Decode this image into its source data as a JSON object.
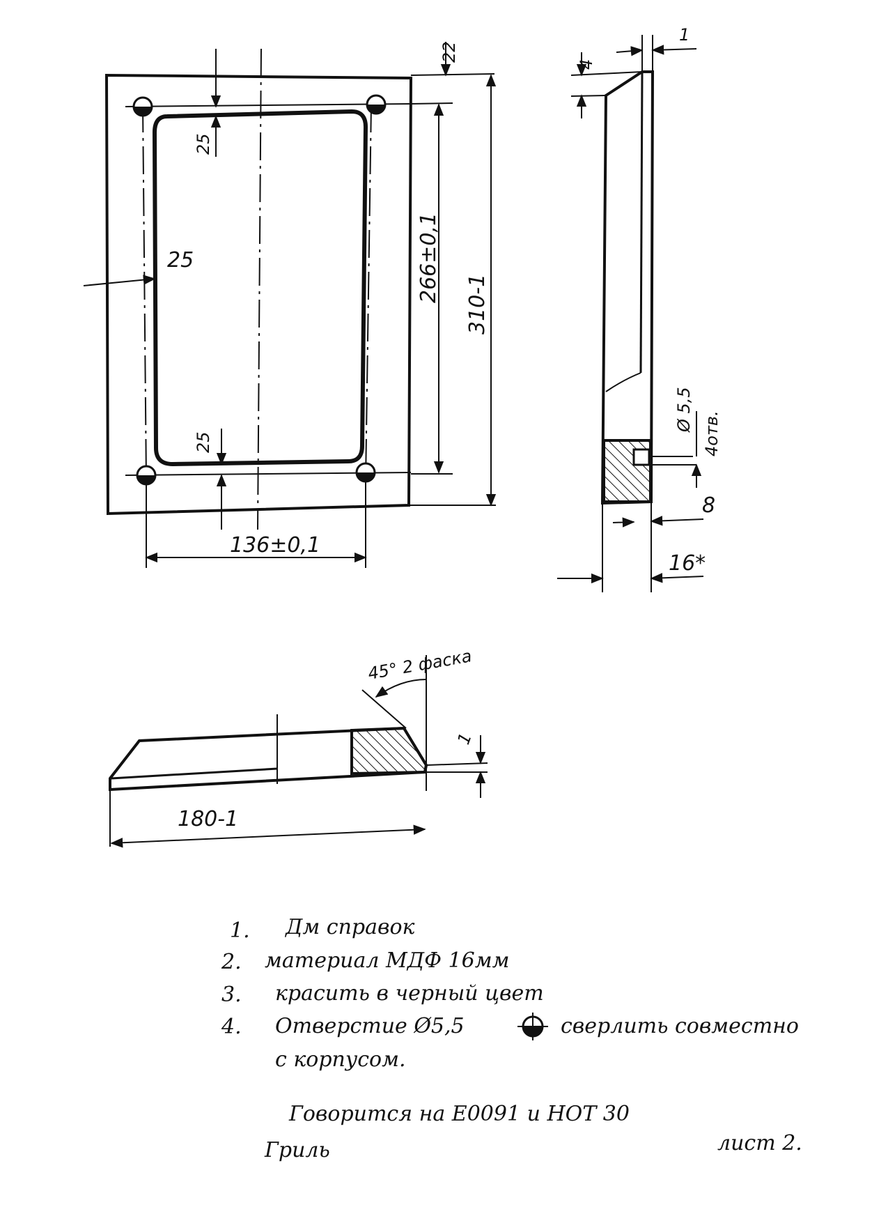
{
  "drawing": {
    "front_view": {
      "dim_top_margin": "22",
      "dim_inner_top": "25",
      "dim_side": "25",
      "dim_inner_bottom": "25",
      "dim_hole_spacing_v": "266±0,1",
      "dim_height": "310-1",
      "dim_hole_spacing_h": "136±0,1"
    },
    "side_view": {
      "dim_top_thickness": "1",
      "dim_bevel": "4",
      "dim_hole_dia": "Ø 5,5",
      "dim_hole_count": "4отв.",
      "dim_hole_depth": "8",
      "dim_thickness": "16*"
    },
    "section_view": {
      "chamfer_note": "45° 2 фаска",
      "dim_edge": "1",
      "dim_length": "180-1"
    }
  },
  "notes": {
    "items": [
      {
        "num": "1.",
        "text": "Дм справок"
      },
      {
        "num": "2.",
        "text": "материал МДФ   16мм"
      },
      {
        "num": "3.",
        "text": "красить в черный цвет"
      },
      {
        "num": "4.",
        "text": "Отверстие Ø5,5",
        "text2": "сверлить совместно"
      },
      {
        "num": "",
        "text": "с корпусом."
      }
    ],
    "footer_line": "Говорится на Е0091 и НОТ 30",
    "signature": "Гриль",
    "sheet": "лист 2."
  }
}
